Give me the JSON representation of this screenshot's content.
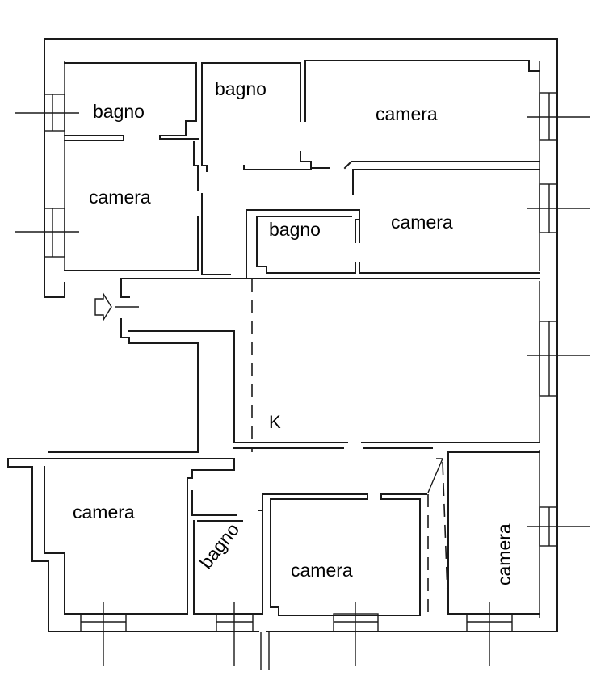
{
  "rooms": {
    "bagno_nw": "bagno",
    "camera_w": "camera",
    "bagno_n": "bagno",
    "camera_ne": "camera",
    "bagno_center": "bagno",
    "camera_e": "camera",
    "kitchen_mark": "K",
    "camera_sw": "camera",
    "bagno_s": "bagno",
    "camera_s": "camera",
    "camera_se": "camera"
  },
  "icons": {
    "entrance": "entrance-arrow-icon",
    "window": "window-icon"
  }
}
